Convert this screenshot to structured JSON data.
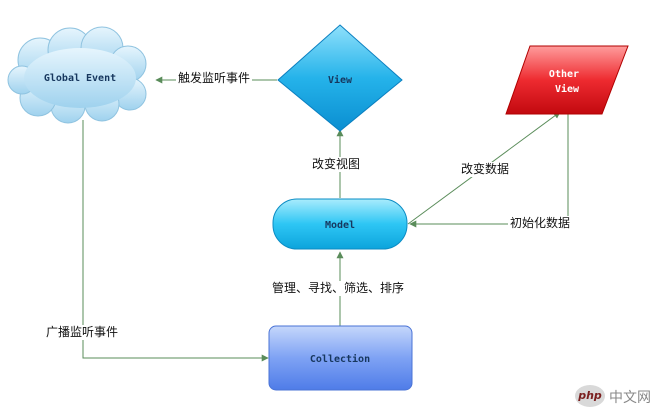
{
  "nodes": {
    "global_event": "Global Event",
    "view": "View",
    "other_view": [
      "Other",
      "View"
    ],
    "model": "Model",
    "collection": "Collection"
  },
  "edges": {
    "view_to_global": "触发监听事件",
    "model_to_view": "改变视图",
    "model_to_other_view": "改变数据",
    "other_view_to_model": "初始化数据",
    "collection_to_model": "管理、寻找、筛选、排序",
    "global_to_collection": "广播监听事件"
  },
  "watermark": {
    "logo": "php",
    "text": "中文网"
  },
  "colors": {
    "arrow": "#5a8c5a",
    "cloud": "#a9d8f2",
    "view": "#25b3ea",
    "other_view": "#e8262c",
    "model": "#27c2f2",
    "collection": "#6b93f0"
  }
}
